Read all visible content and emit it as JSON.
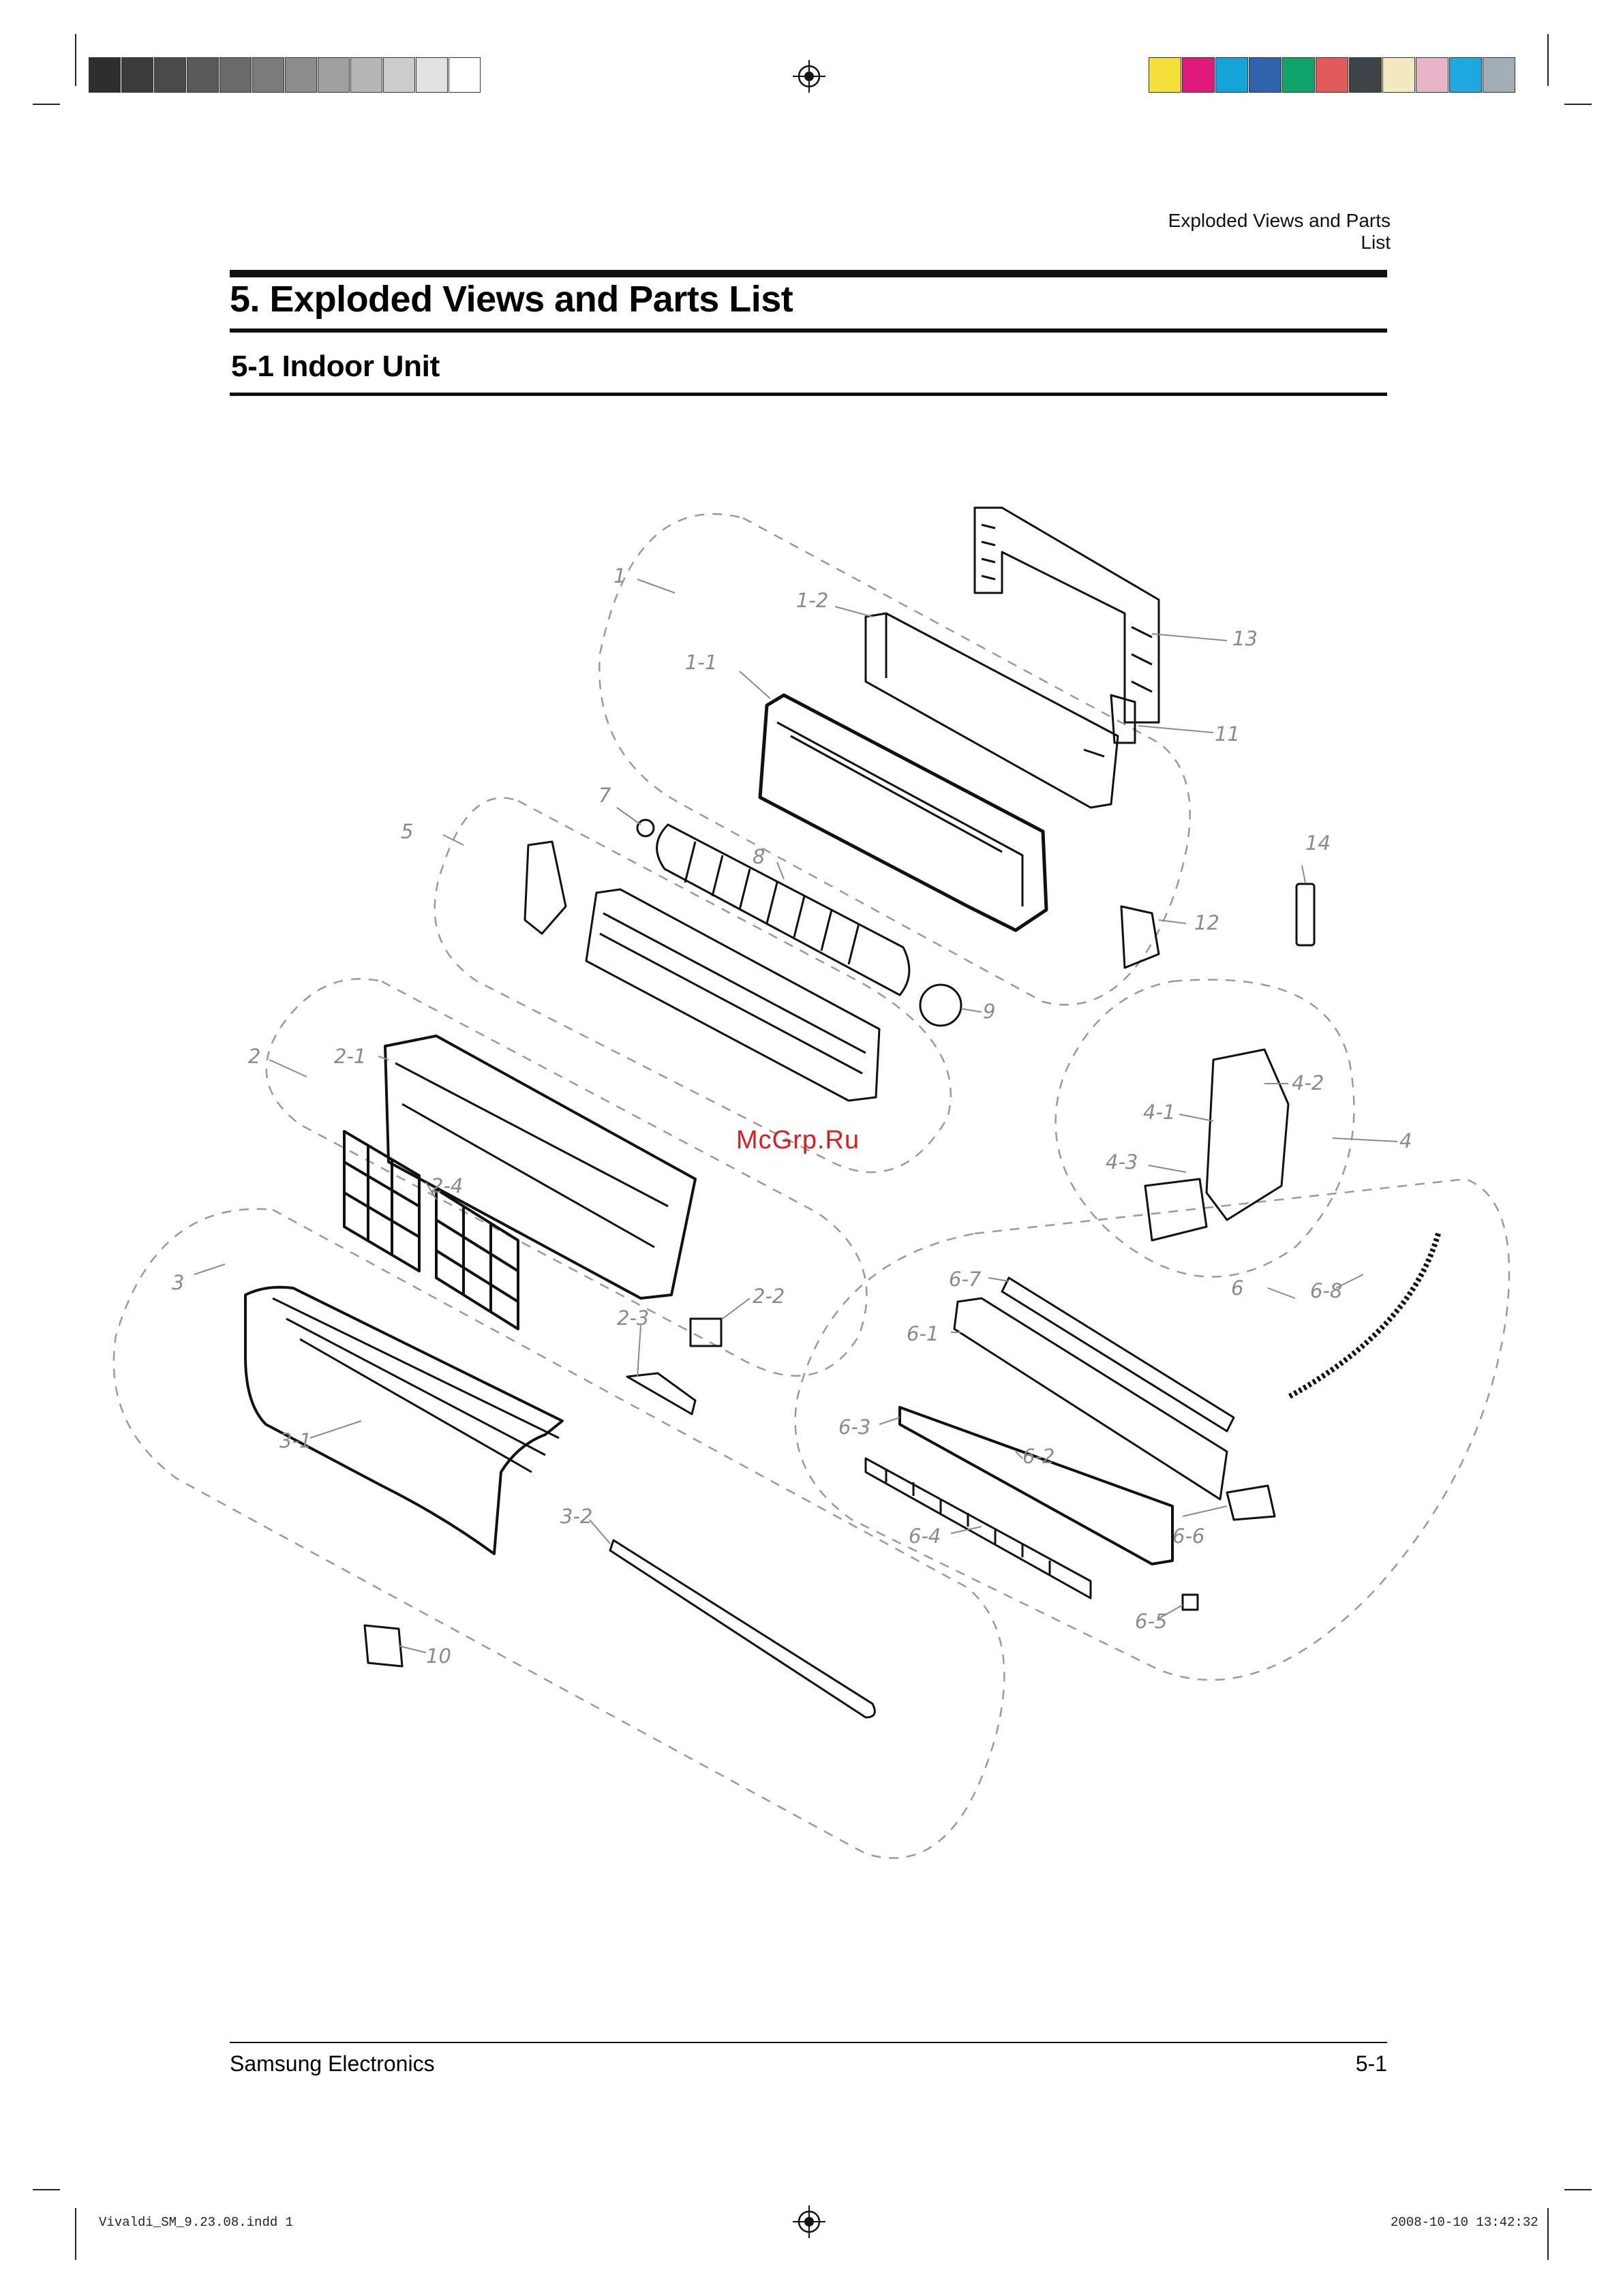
{
  "header": {
    "running_title": "Exploded Views and Parts List"
  },
  "section": {
    "title": "5. Exploded Views and Parts List",
    "subtitle": "5-1 Indoor Unit"
  },
  "diagram": {
    "callouts": [
      "1",
      "1-1",
      "1-2",
      "13",
      "11",
      "7",
      "8",
      "5",
      "14",
      "12",
      "9",
      "2",
      "2-1",
      "2-4",
      "4-1",
      "4-2",
      "4",
      "4-3",
      "3",
      "6",
      "6-7",
      "6-8",
      "6-1",
      "2-2",
      "2-3",
      "6-3",
      "6-2",
      "3-1",
      "6-6",
      "6-4",
      "3-2",
      "6-5",
      "10"
    ],
    "watermark": "McGrp.Ru"
  },
  "footer": {
    "company": "Samsung Electronics",
    "page_number": "5-1"
  },
  "slug": {
    "file": "Vivaldi_SM_9.23.08.indd   1",
    "timestamp": "2008-10-10   13:42:32"
  },
  "colors": {
    "grayscale_bar": [
      "#2e2e2e",
      "#3c3c3c",
      "#4a4a4a",
      "#5a5a5a",
      "#6a6a6a",
      "#7b7b7b",
      "#8c8c8c",
      "#a0a0a0",
      "#b6b6b6",
      "#cccccc",
      "#e2e2e2",
      "#ffffff"
    ],
    "color_bar": [
      "#f5e03a",
      "#e0197d",
      "#16a3d8",
      "#2f64ad",
      "#10a36b",
      "#e35a5a",
      "#3e4348",
      "#f3e9bf",
      "#e8b4c8",
      "#20a8e0",
      "#a3adb8"
    ]
  }
}
